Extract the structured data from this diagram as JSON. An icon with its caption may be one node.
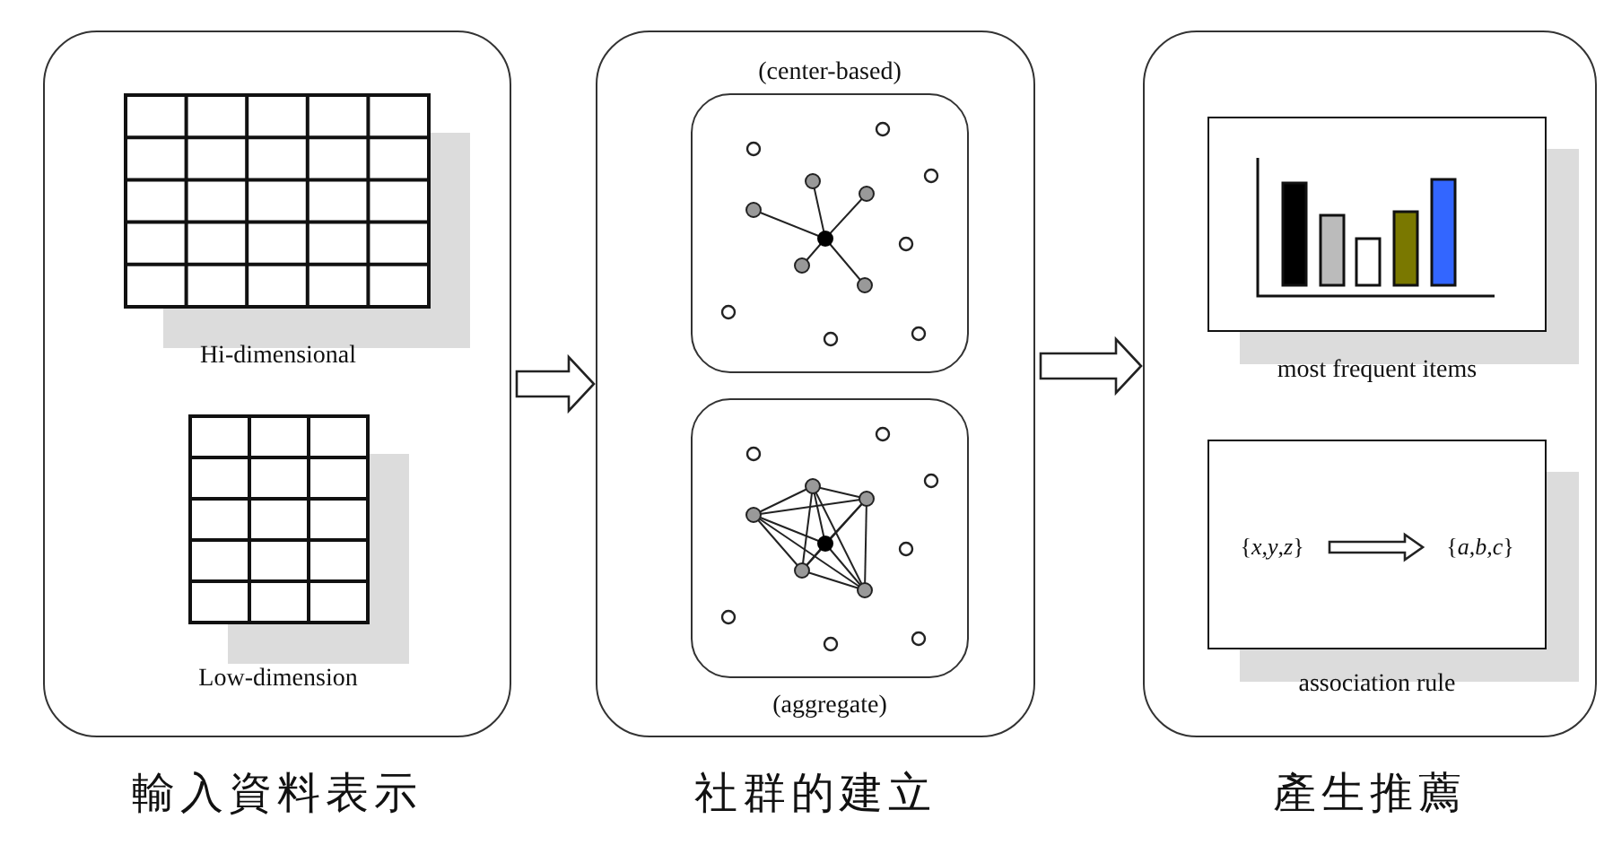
{
  "diagram": {
    "nodes": [
      {
        "text": [
          "輸入資料表示"
        ]
      },
      {
        "text": [
          "Hi-dimensional"
        ],
        "in": 0
      },
      {
        "text": [
          "Low-dimension"
        ],
        "in": 0
      },
      {
        "text": [
          "社群的建立"
        ]
      },
      {
        "text": [
          "(center-based)"
        ],
        "in": 3
      },
      {
        "text": [
          "(aggregate)"
        ],
        "in": 3
      },
      {
        "text": [
          "產生推薦"
        ]
      },
      {
        "text": [
          "most frequent items"
        ],
        "in": 6
      },
      {
        "text": [
          "association rule"
        ],
        "in": 6
      },
      {
        "text": [
          "{*x*,*y*,*z*}"
        ],
        "in": 8
      },
      {
        "text": [
          "{*a*,*b*,*c*}"
        ],
        "in": 8
      }
    ],
    "edges": [
      {
        "from": 0,
        "to": 3,
        "arrow": "to"
      },
      {
        "from": 3,
        "to": 6,
        "arrow": "to"
      },
      {
        "from": 9,
        "to": 10,
        "arrow": "to"
      }
    ]
  }
}
